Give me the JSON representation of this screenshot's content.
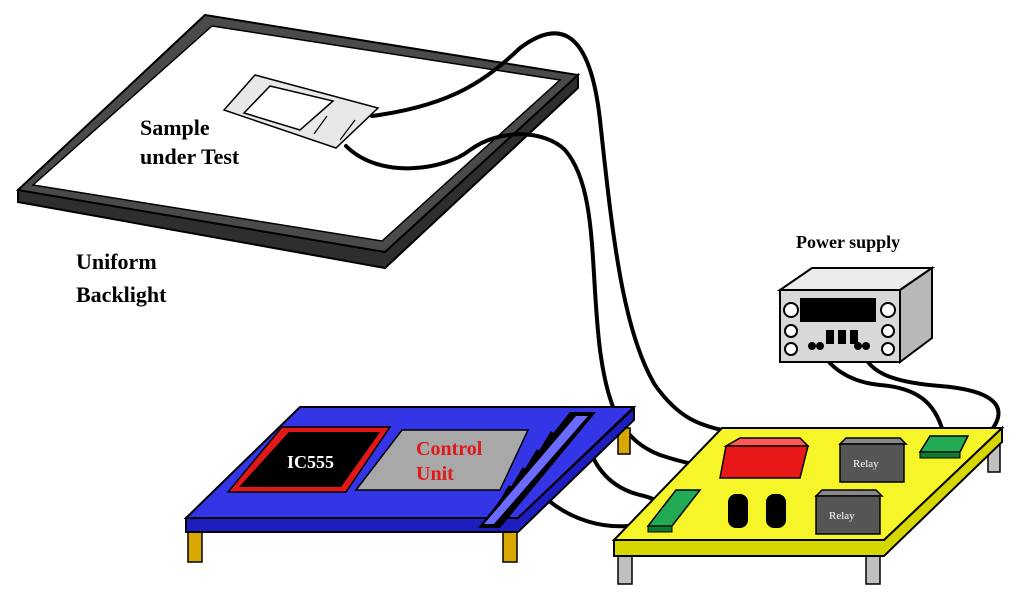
{
  "labels": {
    "sample": [
      "Sample",
      "under Test"
    ],
    "backlight": [
      "Uniform",
      "Backlight"
    ],
    "power_supply": "Power supply",
    "ic": "IC555",
    "control_unit": [
      "Control",
      "Unit"
    ],
    "relay": "Relay"
  },
  "colors": {
    "outline": "#000000",
    "backlight_panel": "#ffffff",
    "backlight_frame": "#4a4a4a",
    "control_board": "#3535e8",
    "ic_chip": "#000000",
    "ic_border": "#e01818",
    "control_unit_fill": "#a8a8a8",
    "control_unit_text": "#e01818",
    "relay_board": "#f5f52a",
    "red_block": "#e81818",
    "green_connector": "#22aa55",
    "relay_body": "#555555",
    "power_supply_body": "#d8d8d8",
    "display": "#000000",
    "legs_gold": "#d8a800",
    "legs_gray": "#c0c0c0"
  },
  "icons": {
    "backlight": "backlight-panel-icon",
    "sample": "sample-film-icon",
    "power_supply": "power-supply-icon",
    "control_board": "circuit-board-icon",
    "relay_board": "relay-board-icon"
  }
}
